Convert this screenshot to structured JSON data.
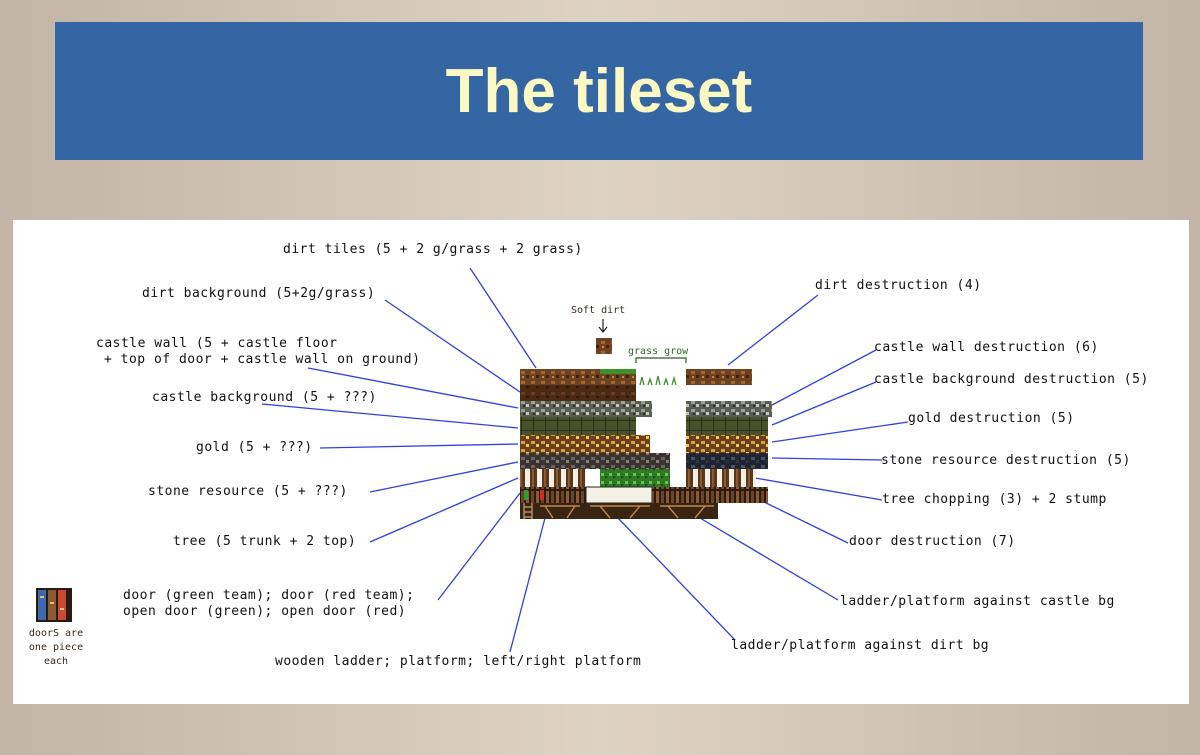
{
  "title": "The tileset",
  "labels": {
    "dirt_tiles": "dirt tiles (5 + 2 g/grass + 2 grass)",
    "dirt_background": "dirt background (5+2g/grass)",
    "castle_wall_1": "castle wall (5 + castle floor",
    "castle_wall_2": "+ top of door + castle wall on ground)",
    "castle_background": "castle background (5 + ???)",
    "gold": "gold (5 + ???)",
    "stone_resource": "stone resource (5 + ???)",
    "tree": "tree (5 trunk + 2 top)",
    "door_1": "door (green team); door (red team);",
    "door_2": "open door (green); open door (red)",
    "wooden_ladder": "wooden ladder; platform; left/right platform",
    "dirt_destruction": "dirt destruction (4)",
    "castle_wall_destruction": "castle wall destruction (6)",
    "castle_background_destruction": "castle background destruction (5)",
    "gold_destruction": "gold destruction (5)",
    "stone_resource_destruction": "stone resource destruction (5)",
    "tree_chopping": "tree chopping (3) + 2 stump",
    "door_destruction": "door destruction (7)",
    "ladder_castle_bg": "ladder/platform against castle bg",
    "ladder_dirt_bg": "ladder/platform against  dirt   bg",
    "soft_dirt": "Soft dirt",
    "grass_grow": "grass grow",
    "doors_note_1": "doorS are",
    "doors_note_2": "one piece",
    "doors_note_3": "each"
  },
  "colors": {
    "banner": "#3366a3",
    "title": "#fbf8c3",
    "leader_lines": "#2f3fe0",
    "dirt": "#7a4a22",
    "grass": "#3f8f2a",
    "stone": "#8a8a80",
    "gold": "#c58a2c",
    "wood": "#6b4526"
  }
}
